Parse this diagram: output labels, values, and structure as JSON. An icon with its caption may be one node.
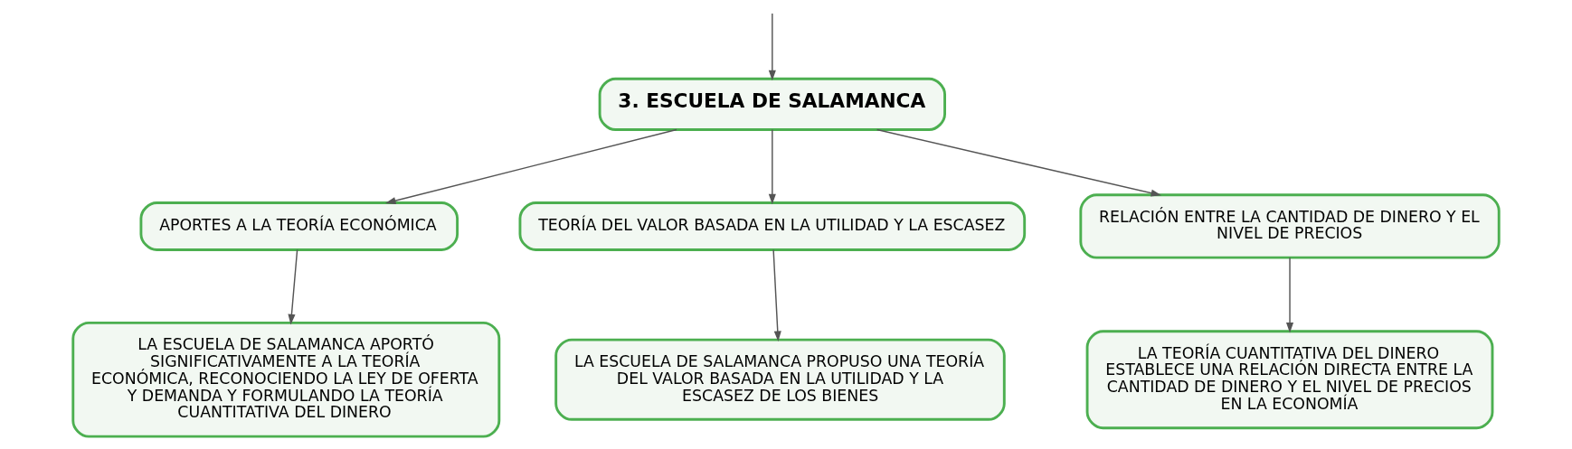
{
  "diagram": {
    "nodes": [
      {
        "text": [
          "3. ESCUELA DE SALAMANCA"
        ]
      },
      {
        "text": [
          "APORTES A LA TEORÍA ECONÓMICA"
        ]
      },
      {
        "text": [
          "TEORÍA DEL VALOR BASADA EN LA UTILIDAD Y LA ESCASEZ"
        ]
      },
      {
        "text": [
          "RELACIÓN ENTRE LA CANTIDAD DE DINERO Y EL NIVEL DE PRECIOS"
        ]
      },
      {
        "text": [
          "LA ESCUELA DE SALAMANCA APORTÓ SIGNIFICATIVAMENTE A LA TEORÍA ECONÓMICA, RECONOCIENDO LA LEY DE OFERTA Y DEMANDA Y FORMULANDO LA TEORÍA CUANTITATIVA DEL DINERO"
        ]
      },
      {
        "text": [
          "LA ESCUELA DE SALAMANCA PROPUSO UNA TEORÍA DEL VALOR BASADA EN LA UTILIDAD Y LA ESCASEZ DE LOS BIENES"
        ]
      },
      {
        "text": [
          "LA TEORÍA CUANTITATIVA DEL DINERO ESTABLECE UNA RELACIÓN DIRECTA ENTRE LA CANTIDAD DE DINERO Y EL NIVEL DE PRECIOS EN LA ECONOMÍA"
        ]
      }
    ],
    "edges": [
      {
        "from": null,
        "to": 0,
        "arrow": "to"
      },
      {
        "from": 0,
        "to": 1,
        "arrow": "to"
      },
      {
        "from": 0,
        "to": 2,
        "arrow": "to"
      },
      {
        "from": 0,
        "to": 3,
        "arrow": "to"
      },
      {
        "from": 1,
        "to": 4,
        "arrow": "to"
      },
      {
        "from": 2,
        "to": 5,
        "arrow": "to"
      },
      {
        "from": 3,
        "to": 6,
        "arrow": "to"
      }
    ]
  }
}
